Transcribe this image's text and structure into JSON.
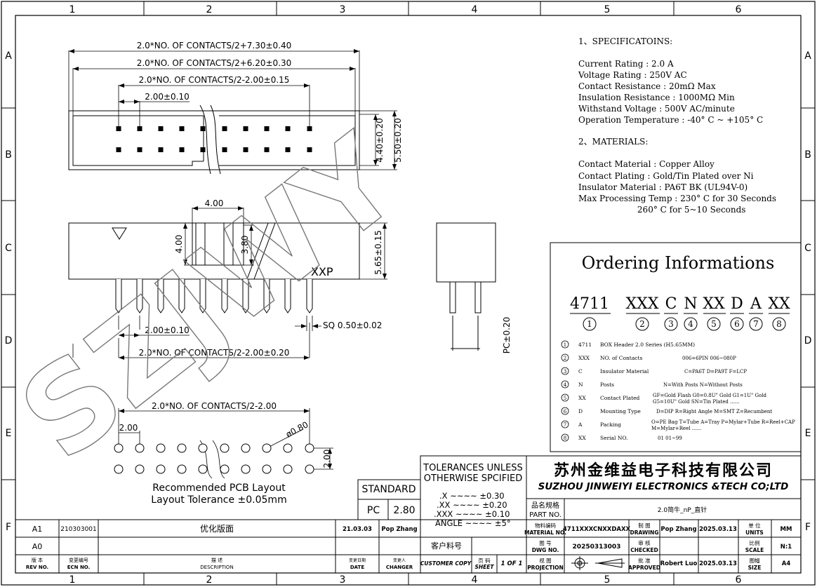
{
  "frame": {
    "columns": [
      "1",
      "2",
      "3",
      "4",
      "5",
      "6"
    ],
    "rows": [
      "A",
      "B",
      "C",
      "D",
      "E",
      "F"
    ]
  },
  "dimensions": {
    "top_dim1": "2.0*NO. OF CONTACTS/2+7.30±0.40",
    "top_dim2": "2.0*NO. OF CONTACTS/2+6.20±0.30",
    "top_dim3": "2.0*NO. OF CONTACTS/2-2.00±0.15",
    "pitch_top": "2.00±0.10",
    "height_inner": "4.40±0.20",
    "height_outer": "5.50±0.20",
    "key_width": "4.00",
    "key_height": "4.00",
    "key_depth": "3.80",
    "side_height": "5.65±0.15",
    "xxp": "XXP",
    "pitch_mid": "2.00±0.10",
    "sq": "SQ 0.50±0.02",
    "bottom_dim": "2.0*NO. OF CONTACTS/2-2.00±0.20",
    "pc": "PC±0.20",
    "pcb_dim": "2.0*NO. OF CONTACTS/2-2.00",
    "pcb_pitch": "2.00",
    "pcb_hole": "ø0.80",
    "pcb_row": "2.00",
    "pcb_caption1": "Recommended PCB Layout",
    "pcb_caption2": "Layout Tolerance ±0.05mm"
  },
  "specs": {
    "title1": "1、SPECIFICATOINS:",
    "lines1": [
      "Current  Rating  : 2.0 A",
      "Voltage  Rating  : 250V AC",
      "Contact   Resistance   : 20mΩ  Max",
      "Insulation Resistance  : 1000MΩ Min",
      "Withstand  Voltage    : 500V AC/minute",
      "Operation  Temperature : -40° C ~ +105° C"
    ],
    "title2": "2、MATERIALS:",
    "lines2": [
      "Contact  Material   : Copper Alloy",
      "Contact  Plating    : Gold/Tin Plated over Ni",
      "Insulator Material  : PA6T  BK (UL94V-0)",
      "Max Processing Temp : 230° C for 30 Seconds",
      "                      260° C for 5~10 Seconds"
    ]
  },
  "ordering": {
    "title": "Ordering Informations",
    "codes": [
      "4711",
      "XXX",
      "C",
      "N",
      "XX",
      "D",
      "A",
      "XX"
    ],
    "numbers": [
      "1",
      "2",
      "3",
      "4",
      "5",
      "6",
      "7",
      "8"
    ],
    "rows": [
      {
        "n": "1",
        "code": "4711",
        "name": "BOX  Header 2.0   Series  (H5.65MM)",
        "opts": ""
      },
      {
        "n": "2",
        "code": "XXX",
        "name": "NO. of Contacts",
        "opts": "006=6PIN  006~080P"
      },
      {
        "n": "3",
        "code": "C",
        "name": "Insulator Material",
        "opts": "C=PA6T  D=PA9T  F=LCP"
      },
      {
        "n": "4",
        "code": "N",
        "name": "Posts",
        "opts": "N=With Posts  N=Without Posts"
      },
      {
        "n": "5",
        "code": "XX",
        "name": "Contact Plated",
        "opts": "GF=Gold Flash  G0=0.8U\" Gold  G1=1U\" Gold",
        "opts2": "G5=10U\" Gold     SN=Tin Plated  ......"
      },
      {
        "n": "6",
        "code": "D",
        "name": "Mounting Type",
        "opts": "D=DIP   R=Right Angle  M=SMT  Z=Recumbent"
      },
      {
        "n": "7",
        "code": "A",
        "name": "Packing",
        "opts": "O=PE Bag  T=Tube A=Tray  P=Mylar+Tube  R=Reel+CAP",
        "opts2": "M=Mylar+Reel  ......"
      },
      {
        "n": "8",
        "code": "XX",
        "name": "Serial NO.",
        "opts": "01    01~99"
      }
    ]
  },
  "tolerances": {
    "title1": "TOLERANCES UNLESS",
    "title2": "OTHERWISE SPCIFIED",
    "lines": [
      ".X  ~~~~  ±0.30",
      ".XX  ~~~~  ±0.20",
      ".XXX  ~~~~  ±0.10",
      "ANGLE  ~~~~  ±5°"
    ]
  },
  "standard": {
    "label": "STANDARD",
    "pc": "PC",
    "value": "2.80"
  },
  "company": {
    "cn": "苏州金维益电子科技有限公司",
    "en": "SUZHOU JINWEIYI ELECTRONICS &TECH CO;LTD"
  },
  "title_block": {
    "part_cn": "品名规格",
    "part_en": "PART NO.",
    "part_value": "2.0简牛_nP_直针",
    "material_cn": "物料编码",
    "material_en": "MATERIAL NO.",
    "material_value": "4711XXXCNXXDAXX",
    "drawing_cn": "制 图",
    "drawing_en": "DRAWING",
    "drawing_name": "Pop Zhang",
    "drawing_date": "2025.03.13",
    "units_cn": "单 位",
    "units_en": "UNITS",
    "units_value": "MM",
    "dwg_cn": "图 号",
    "dwg_en": "DWG NO.",
    "dwg_value": "20250313003",
    "checked_cn": "审 核",
    "checked_en": "CHECKED",
    "scale_cn": "比例",
    "scale_en": "SCALE",
    "scale_value": "N:1",
    "projection_cn": "视 图",
    "projection_en": "PROJECTION",
    "approved_cn": "批 准",
    "approved_en": "APPROVED",
    "approved_name": "Robert Luo",
    "approved_date": "2025.03.13",
    "size_cn": "图幅",
    "size_en": "SIZE",
    "size_value": "A4",
    "customer_cn": "客户料号",
    "customer_copy": "CUSTOMER COPY",
    "sheet_cn": "页 码",
    "sheet_en": "SHEET",
    "sheet_value": "1 OF 1"
  },
  "revision": {
    "rows": [
      {
        "rev": "A1",
        "ecn": "210303001",
        "desc": "优化版面",
        "date": "21.03.03",
        "changer": "Pop Zhang"
      },
      {
        "rev": "A0",
        "ecn": "",
        "desc": "",
        "date": "",
        "changer": ""
      }
    ],
    "h_rev_cn": "版 本",
    "h_rev": "REV NO.",
    "h_ecn_cn": "变更编号",
    "h_ecn": "ECN  NO.",
    "h_desc_cn": "描 述",
    "h_desc": "DESCRIPTION",
    "h_date_cn": "变更日期",
    "h_date": "DATE",
    "h_changer_cn": "变更人",
    "h_changer": "CHANGER"
  },
  "watermark": "SZJWY"
}
